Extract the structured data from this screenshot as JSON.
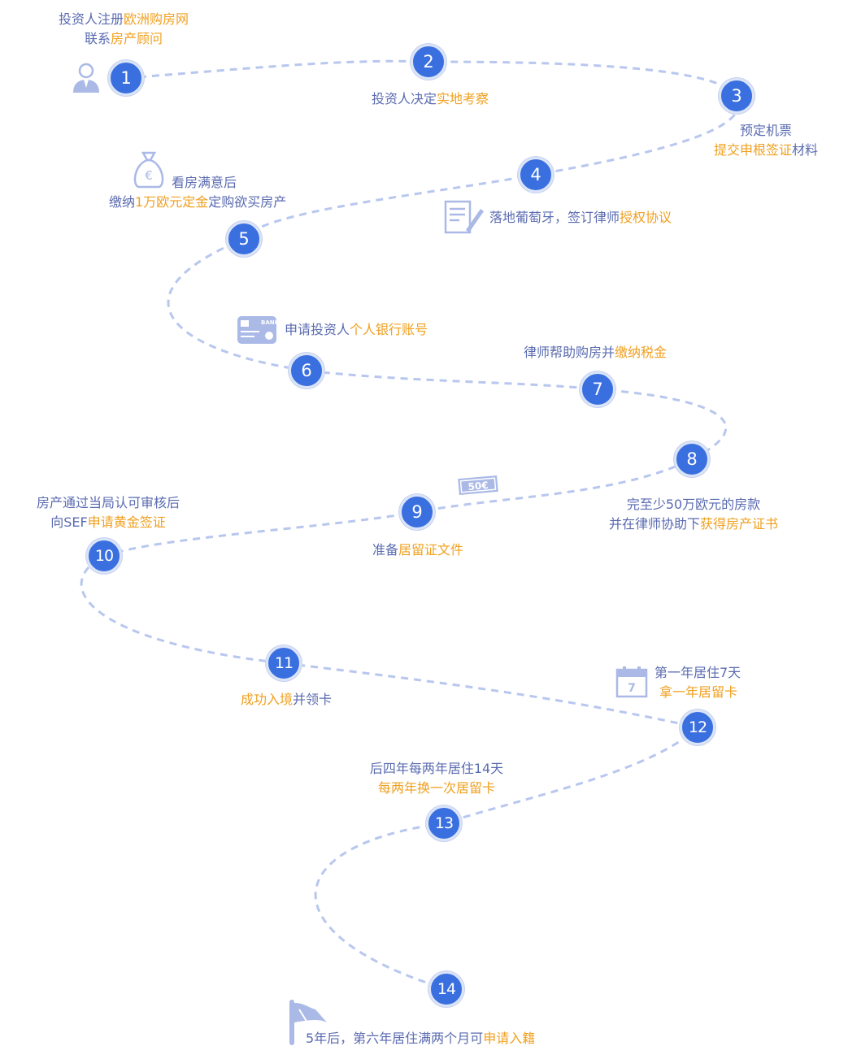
{
  "steps": [
    {
      "num": "1",
      "lines": [
        [
          [
            "投资人注册",
            false
          ],
          [
            "欧洲购房网",
            true
          ]
        ],
        [
          [
            "联系",
            false
          ],
          [
            "房产顾问",
            true
          ]
        ]
      ],
      "icon": "user-icon"
    },
    {
      "num": "2",
      "lines": [
        [
          [
            "投资人决定",
            false
          ],
          [
            "实地考察",
            true
          ]
        ]
      ]
    },
    {
      "num": "3",
      "lines": [
        [
          [
            "预定机票",
            false
          ]
        ],
        [
          [
            "提交申根签证",
            true
          ],
          [
            "材料",
            false
          ]
        ]
      ]
    },
    {
      "num": "4",
      "lines": [
        [
          [
            "落地葡萄牙，签订律师",
            false
          ],
          [
            "授权协议",
            true
          ]
        ]
      ],
      "icon": "document-sign-icon"
    },
    {
      "num": "5",
      "lines": [
        [
          [
            "看房满意后",
            false
          ]
        ],
        [
          [
            "缴纳",
            false
          ],
          [
            "1万欧元定金",
            true
          ],
          [
            "定购欲买房产",
            false
          ]
        ]
      ],
      "icon": "euro-moneybag-icon"
    },
    {
      "num": "6",
      "lines": [
        [
          [
            "申请投资人",
            false
          ],
          [
            "个人银行账号",
            true
          ]
        ]
      ],
      "icon": "bank-card-icon"
    },
    {
      "num": "7",
      "lines": [
        [
          [
            "律师帮助购房并",
            false
          ],
          [
            "缴纳税金",
            true
          ]
        ]
      ]
    },
    {
      "num": "8",
      "lines": [
        [
          [
            "完至少50万欧元的房款",
            false
          ]
        ],
        [
          [
            "并在律师协助下",
            false
          ],
          [
            "获得房产证书",
            true
          ]
        ]
      ]
    },
    {
      "num": "9",
      "lines": [
        [
          [
            "准备",
            false
          ],
          [
            "居留证文件",
            true
          ]
        ]
      ],
      "icon": "euro-banknote-icon"
    },
    {
      "num": "10",
      "lines": [
        [
          [
            "房产通过当局认可审核后",
            false
          ]
        ],
        [
          [
            "向SEF",
            false
          ],
          [
            "申请黄金签证",
            true
          ]
        ]
      ]
    },
    {
      "num": "11",
      "lines": [
        [
          [
            "成功入境",
            true
          ],
          [
            "并领卡",
            false
          ]
        ]
      ]
    },
    {
      "num": "12",
      "lines": [
        [
          [
            "第一年居住7天",
            false
          ]
        ],
        [
          [
            "拿一年居留卡",
            true
          ]
        ]
      ],
      "icon": "calendar-icon"
    },
    {
      "num": "13",
      "lines": [
        [
          [
            "后四年每两年居住14天",
            false
          ]
        ],
        [
          [
            "每两年换一次居留卡",
            true
          ]
        ]
      ]
    },
    {
      "num": "14",
      "lines": [
        [
          [
            "5年后，第六年居住满两个月可",
            false
          ],
          [
            "申请入籍",
            true
          ]
        ]
      ],
      "icon": "flag-icon"
    }
  ],
  "icon_text": {
    "bank": "BANK",
    "note": "50€",
    "calendar_day": "7"
  },
  "colors": {
    "accent": "#3a6fe0",
    "text": "#5a6bb0",
    "highlight": "#f0a020",
    "path": "#b8c7ee",
    "icon": "#aab9e6"
  }
}
